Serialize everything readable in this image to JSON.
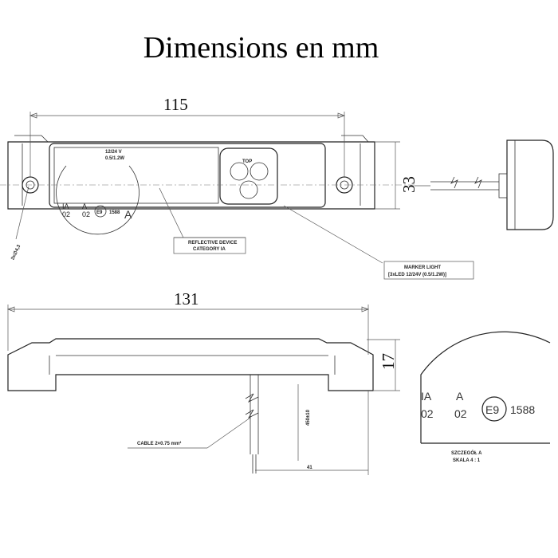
{
  "title": "Dimensions en mm",
  "dimensions": {
    "length_top": "115",
    "height_front": "33",
    "length_side": "131",
    "depth_side": "17",
    "cable_length": "450±10",
    "cable_offset": "41",
    "hole": "3x∅4,3"
  },
  "labels": {
    "voltage": "12/24 V",
    "power": "0.5/1.2W",
    "reflector_code1": "IA",
    "reflector_code2": "02",
    "lamp_code1": "A",
    "lamp_code2": "02",
    "approval_mark": "E9",
    "approval_number": "1588",
    "detail_ref": "A",
    "top": "TOP",
    "reflective_device_1": "REFLECTIVE DEVICE",
    "reflective_device_2": "CATEGORY IA",
    "marker_light_1": "MARKER LIGHT",
    "marker_light_2": "[3xLED 12/24V (0.5/1.2W)]",
    "cable": "CABLE 2×0.75 mm²",
    "detail_title": "SZCZEGÓŁ A",
    "detail_scale": "SKALA 4 : 1"
  }
}
